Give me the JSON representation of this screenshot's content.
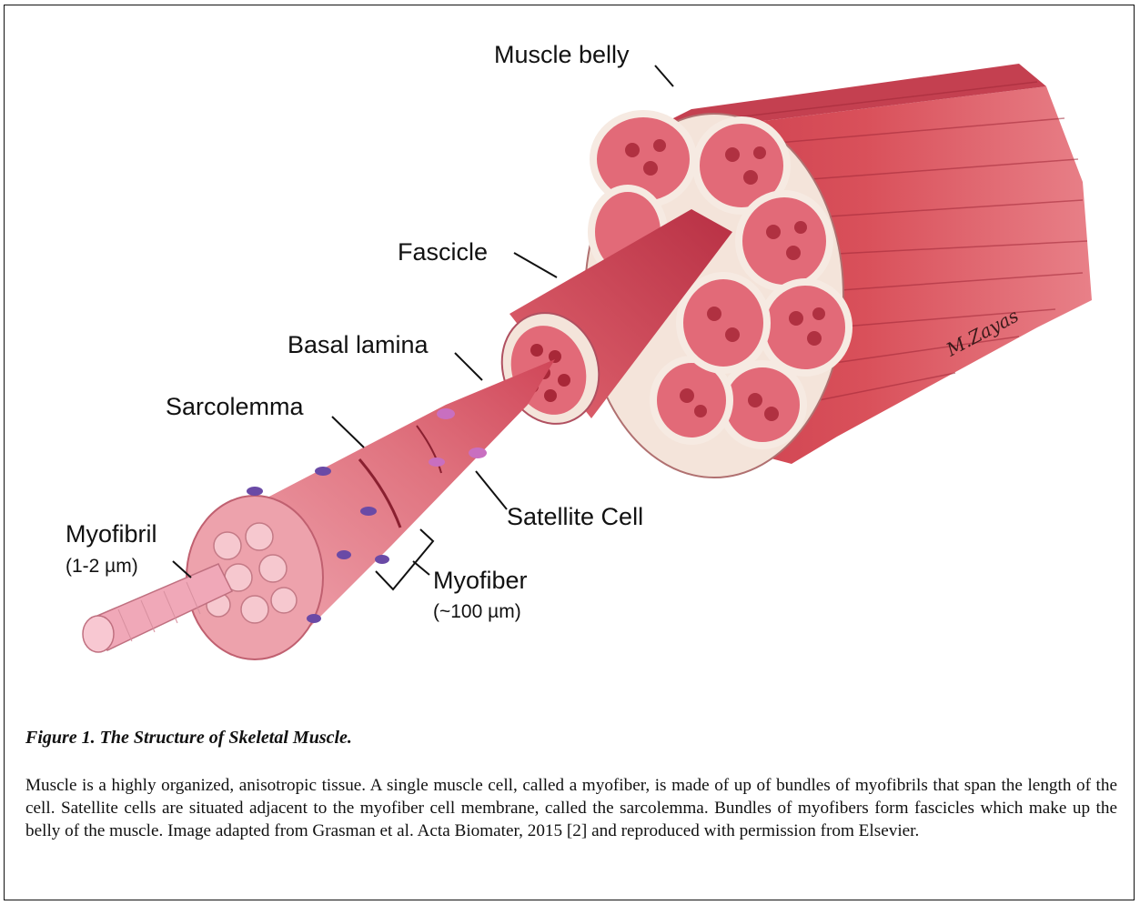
{
  "labels": {
    "muscle_belly": "Muscle belly",
    "fascicle": "Fascicle",
    "basal_lamina": "Basal lamina",
    "sarcolemma": "Sarcolemma",
    "satellite_cell": "Satellite Cell",
    "myofibril": "Myofibril",
    "myofibril_size": "(1-2 µm)",
    "myofiber": "Myofiber",
    "myofiber_size": "(~100 µm)"
  },
  "signature": "M.Zayas",
  "caption": {
    "title": "Figure 1. The Structure of Skeletal Muscle.",
    "body": "Muscle is a highly organized, anisotropic tissue. A single muscle cell, called a myofiber, is made of up of bundles of myofibrils that span the length of the cell. Satellite cells are situated adjacent to the myofiber cell membrane, called the sarcolemma. Bundles of myofibers form fascicles which make up the belly of the muscle. Image adapted from Grasman et al. Acta Biomater, 2015 [2] and reproduced with permission from Elsevier."
  },
  "colors": {
    "muscle": "#d9505a",
    "muscle_dark": "#a82838",
    "tissue_light": "#f2d8cf",
    "myofiber_pink": "#e88b98",
    "nucleus": "#6a4aa6",
    "satellite": "#c86fc0"
  }
}
